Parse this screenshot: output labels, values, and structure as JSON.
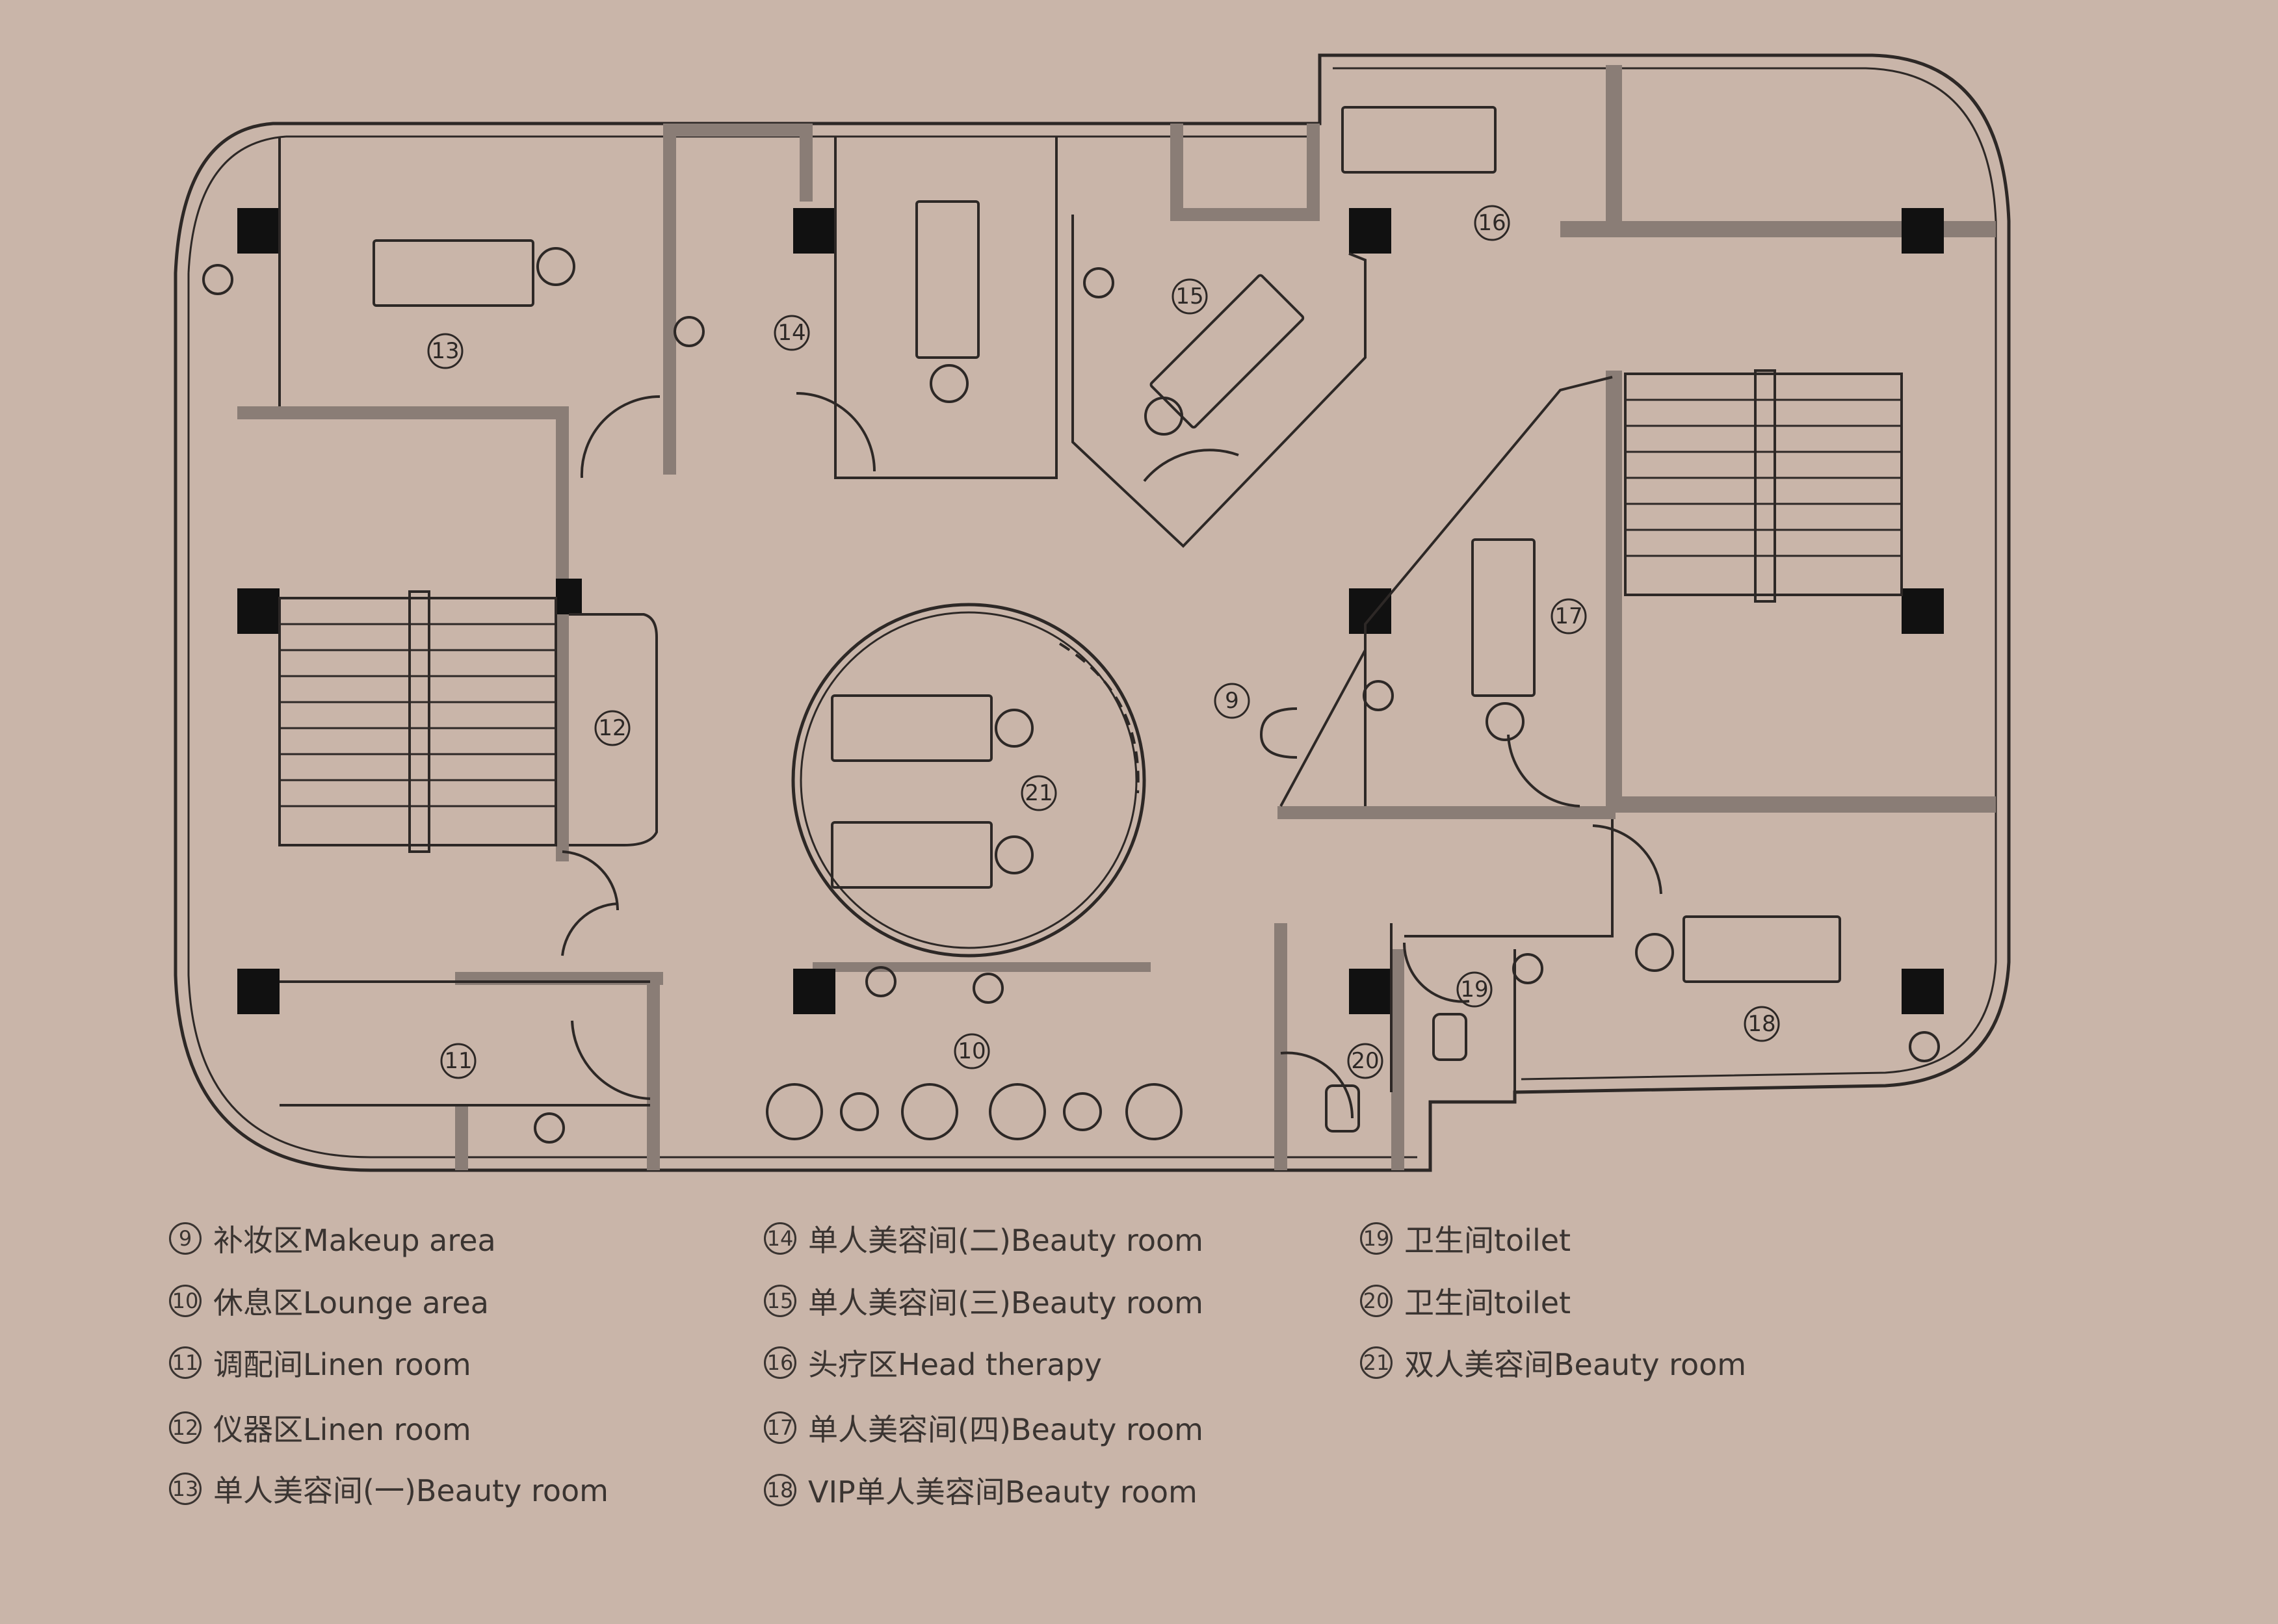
{
  "rooms": [
    {
      "num": "9"
    },
    {
      "num": "10"
    },
    {
      "num": "11"
    },
    {
      "num": "12"
    },
    {
      "num": "13"
    },
    {
      "num": "14"
    },
    {
      "num": "15"
    },
    {
      "num": "16"
    },
    {
      "num": "17"
    },
    {
      "num": "18"
    },
    {
      "num": "19"
    },
    {
      "num": "20"
    },
    {
      "num": "21"
    }
  ],
  "legend": [
    {
      "num": "9",
      "label": "补妆区Makeup area"
    },
    {
      "num": "10",
      "label": "休息区Lounge area"
    },
    {
      "num": "11",
      "label": "调配间Linen room"
    },
    {
      "num": "12",
      "label": "仪器区Linen room"
    },
    {
      "num": "13",
      "label": "单人美容间(一)Beauty room"
    },
    {
      "num": "14",
      "label": "单人美容间(二)Beauty room"
    },
    {
      "num": "15",
      "label": "单人美容间(三)Beauty room"
    },
    {
      "num": "16",
      "label": "头疗区Head therapy"
    },
    {
      "num": "17",
      "label": "单人美容间(四)Beauty room"
    },
    {
      "num": "18",
      "label": "VIP单人美容间Beauty room"
    },
    {
      "num": "19",
      "label": "卫生间toilet"
    },
    {
      "num": "20",
      "label": "卫生间toilet"
    },
    {
      "num": "21",
      "label": "双人美容间Beauty room"
    }
  ],
  "colors": {
    "background": "#c9b5a9",
    "wall": "#8a7d76",
    "line": "#2d2826",
    "pillar": "#111111"
  }
}
